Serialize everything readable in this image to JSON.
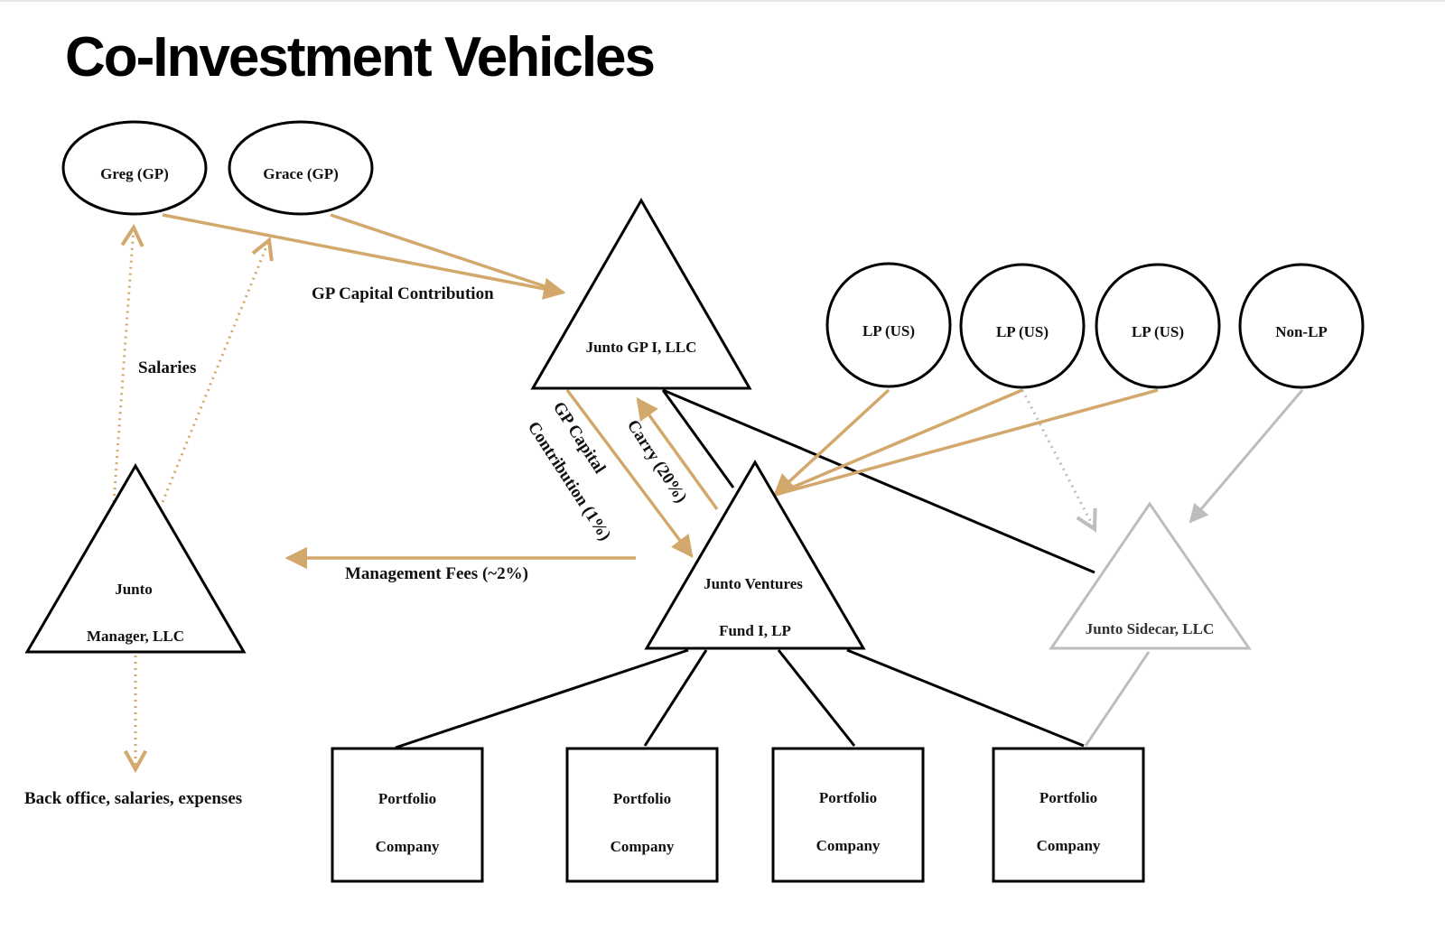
{
  "title": "Co-Investment Vehicles",
  "colors": {
    "capital_flow": "#d3a86c",
    "structure": "#000000",
    "sidecar": "#bdbdbd"
  },
  "nodes": {
    "greg": "Greg (GP)",
    "grace": "Grace (GP)",
    "gp_entity": "Junto GP I, LLC",
    "lp_us_1": "LP (US)",
    "lp_us_2": "LP (US)",
    "lp_us_3": "LP (US)",
    "non_lp": "Non-LP",
    "manager_line1": "Junto",
    "manager_line2": "Manager, LLC",
    "fund_line1": "Junto Ventures",
    "fund_line2": "Fund I, LP",
    "sidecar": "Junto Sidecar, LLC",
    "portfolio": [
      {
        "line1": "Portfolio",
        "line2": "Company"
      },
      {
        "line1": "Portfolio",
        "line2": "Company"
      },
      {
        "line1": "Portfolio",
        "line2": "Company"
      },
      {
        "line1": "Portfolio",
        "line2": "Company"
      }
    ]
  },
  "edges": {
    "gp_capital_contribution": "GP Capital Contribution",
    "salaries": "Salaries",
    "gp_capital_line1": "GP Capital",
    "gp_capital_line2": "Contribution (1%)",
    "carry": "Carry (20%)",
    "management_fees": "Management Fees (~2%)",
    "back_office": "Back office, salaries, expenses"
  }
}
